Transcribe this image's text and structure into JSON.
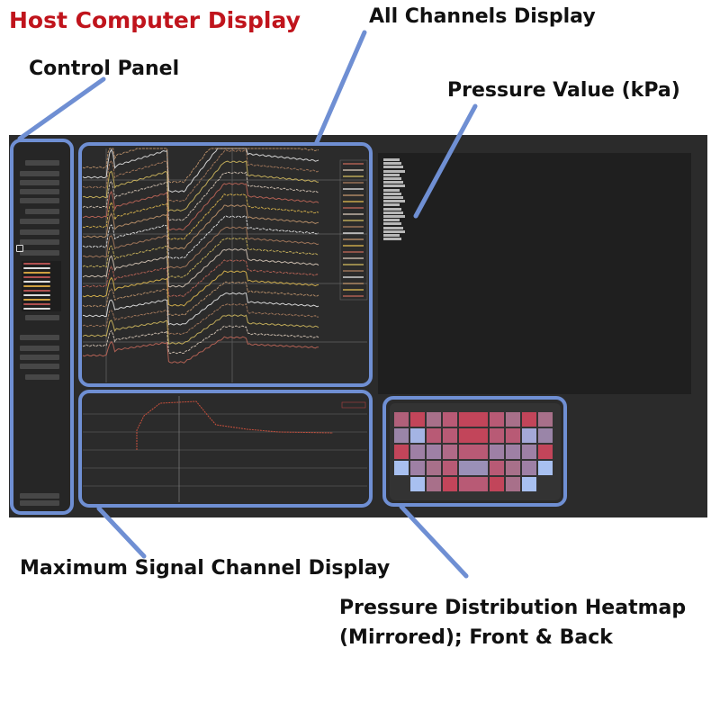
{
  "labels": {
    "title": "Host Computer Display",
    "all_channels": "All Channels Display",
    "control_panel": "Control Panel",
    "pressure_value": "Pressure Value (kPa)",
    "max_signal": "Maximum Signal Channel Display",
    "heatmap_line1": "Pressure Distribution Heatmap",
    "heatmap_line2": "(Mirrored); Front & Back"
  },
  "colors": {
    "accent": "#6f8fd3",
    "title": "#c0141c",
    "background": "#2b2b2b"
  },
  "heatmap": {
    "front": [
      [
        "#b0607a",
        "#c2455a",
        "#a8708a",
        "#b85a75",
        "#c2455a"
      ],
      [
        "#9a85a8",
        "#a4b4e4",
        "#b85a75",
        "#b85a75",
        "#c2455a"
      ],
      [
        "#c2455a",
        "#9e80a5",
        "#9e80a5",
        "#b06a88",
        "#b85a75"
      ],
      [
        "#a8c0f0",
        "#9e80a5",
        "#a8708a",
        "#b85a75",
        "#9a90b8"
      ],
      [
        "",
        "#a8c0f0",
        "#a8708a",
        "#c2455a",
        "#b85a75"
      ]
    ],
    "back": [
      [
        "#c2455a",
        "#b85a75",
        "#a8708a",
        "#c2455a",
        "#a8708a"
      ],
      [
        "#c2455a",
        "#b85a75",
        "#b85a75",
        "#a4a8d8",
        "#9a85a8"
      ],
      [
        "#b85a75",
        "#9e80a5",
        "#9e80a5",
        "#9e80a5",
        "#c2455a"
      ],
      [
        "#9a90b8",
        "#b85a75",
        "#a8708a",
        "#9e80a5",
        "#a8c0f0"
      ],
      [
        "#b85a75",
        "#c2455a",
        "#a8708a",
        "#a8c0f0",
        ""
      ]
    ]
  }
}
